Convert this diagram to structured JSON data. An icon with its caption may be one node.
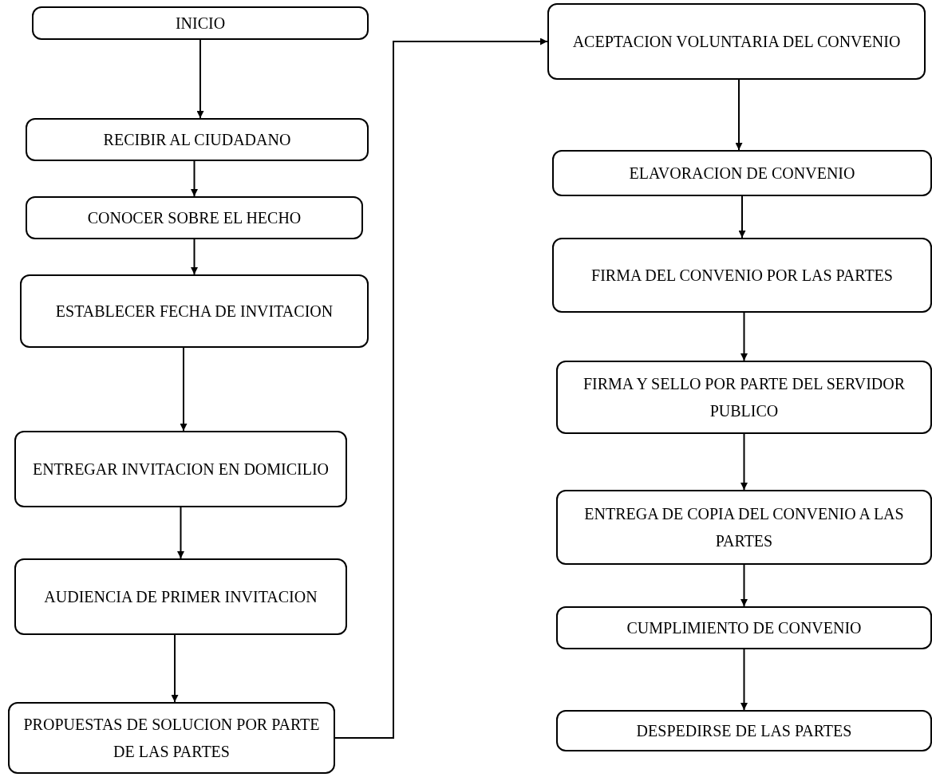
{
  "diagram": {
    "nodes": [
      {
        "text": [
          "INICIO"
        ]
      },
      {
        "text": [
          "RECIBIR AL CIUDADANO"
        ]
      },
      {
        "text": [
          "CONOCER SOBRE EL HECHO"
        ]
      },
      {
        "text": [
          "ESTABLECER FECHA DE INVITACION"
        ]
      },
      {
        "text": [
          "ENTREGAR INVITACION EN DOMICILIO"
        ]
      },
      {
        "text": [
          "AUDIENCIA DE PRIMER INVITACION"
        ]
      },
      {
        "text": [
          "PROPUESTAS DE SOLUCION POR PARTE DE LAS PARTES"
        ]
      },
      {
        "text": [
          "ACEPTACION VOLUNTARIA DEL CONVENIO"
        ]
      },
      {
        "text": [
          "ELAVORACION DE CONVENIO"
        ]
      },
      {
        "text": [
          "FIRMA DEL CONVENIO POR LAS PARTES"
        ]
      },
      {
        "text": [
          "FIRMA Y SELLO POR PARTE DEL SERVIDOR PUBLICO"
        ]
      },
      {
        "text": [
          "ENTREGA DE COPIA DEL CONVENIO A LAS PARTES"
        ]
      },
      {
        "text": [
          "CUMPLIMIENTO DE CONVENIO"
        ]
      },
      {
        "text": [
          "DESPEDIRSE DE LAS PARTES"
        ]
      }
    ],
    "edges": [
      {
        "from": 0,
        "to": 1,
        "arrow": "to"
      },
      {
        "from": 1,
        "to": 2,
        "arrow": "to"
      },
      {
        "from": 2,
        "to": 3,
        "arrow": "to"
      },
      {
        "from": 3,
        "to": 4,
        "arrow": "to"
      },
      {
        "from": 4,
        "to": 5,
        "arrow": "to"
      },
      {
        "from": 5,
        "to": 6,
        "arrow": "to"
      },
      {
        "from": 6,
        "to": 7,
        "arrow": "to"
      },
      {
        "from": 7,
        "to": 8,
        "arrow": "to"
      },
      {
        "from": 8,
        "to": 9,
        "arrow": "to"
      },
      {
        "from": 9,
        "to": 10,
        "arrow": "to"
      },
      {
        "from": 10,
        "to": 11,
        "arrow": "to"
      },
      {
        "from": 11,
        "to": 12,
        "arrow": "to"
      },
      {
        "from": 12,
        "to": 13,
        "arrow": "to"
      }
    ]
  }
}
